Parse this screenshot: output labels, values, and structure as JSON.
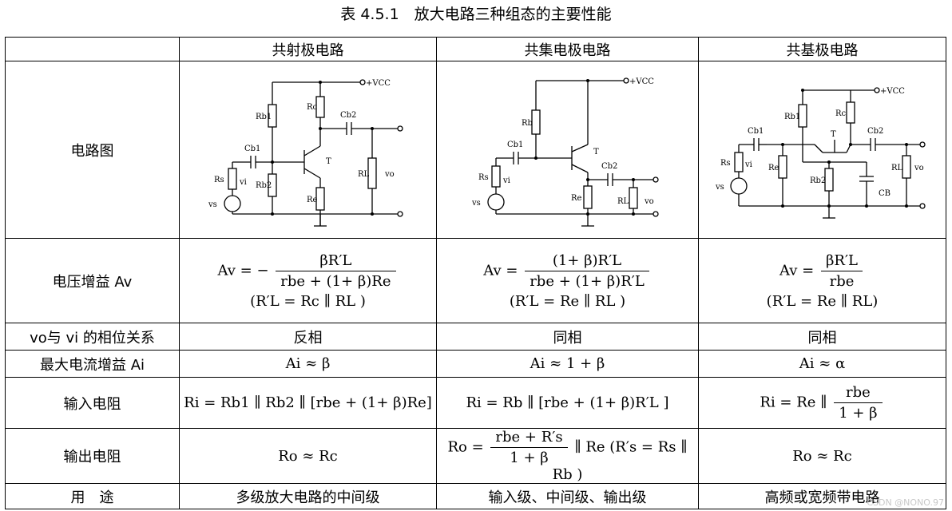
{
  "title": "表 4.5.1　放大电路三种组态的主要性能",
  "headers": [
    "",
    "共射极电路",
    "共集电极电路",
    "共基极电路"
  ],
  "rows": {
    "circuit": {
      "label": "电路图"
    },
    "voltage_gain": {
      "label": "电压增益 Av",
      "ce": {
        "lhs": "Av = −",
        "num": "βR′L",
        "den": "rbe + (1+ β)Re",
        "cond": "(R′L = Rc ∥ RL )"
      },
      "cc": {
        "lhs": "Av =",
        "num": "(1+ β)R′L",
        "den": "rbe + (1+ β)R′L",
        "cond": "(R′L = Re ∥ RL )"
      },
      "cb": {
        "lhs": "Av =",
        "num": "βR′L",
        "den": "rbe",
        "cond": "(R′L = Re ∥ RL)"
      }
    },
    "phase": {
      "label": "vo与 vi 的相位关系",
      "ce": "反相",
      "cc": "同相",
      "cb": "同相"
    },
    "current_gain": {
      "label": "最大电流增益 Ai",
      "ce": "Ai ≈ β",
      "cc": "Ai ≈ 1 + β",
      "cb": "Ai ≈ α"
    },
    "input_resistance": {
      "label": "输入电阻",
      "ce": "Ri = Rb1 ∥ Rb2 ∥ [rbe + (1+ β)Re]",
      "cc": "Ri = Rb ∥ [rbe + (1+ β)R′L ]",
      "cb": {
        "lhs": "Ri = Re ∥",
        "num": "rbe",
        "den": "1 + β"
      }
    },
    "output_resistance": {
      "label": "输出电阻",
      "ce": "Ro ≈ Rc",
      "cc": {
        "lhs": "Ro =",
        "num": "rbe + R′s",
        "den": "1 + β",
        "rest": "∥ Re (R′s = Rs ∥ Rb )"
      },
      "cb": "Ro ≈ Rc"
    },
    "usage": {
      "label": "用　途",
      "ce": "多级放大电路的中间级",
      "cc": "输入级、中间级、输出级",
      "cb": "高频或宽频带电路"
    }
  },
  "circuit_labels": {
    "vcc": "+VCC",
    "t": "T",
    "rb1": "Rb1",
    "rb2": "Rb2",
    "rb": "Rb",
    "rc": "Rc",
    "re": "Re",
    "rl": "RL",
    "rs": "Rs",
    "cb1": "Cb1",
    "cb2": "Cb2",
    "cb": "CB",
    "vs": "vs",
    "vi": "vi",
    "vo": "vo"
  },
  "watermark": "CSDN @NONO.97"
}
